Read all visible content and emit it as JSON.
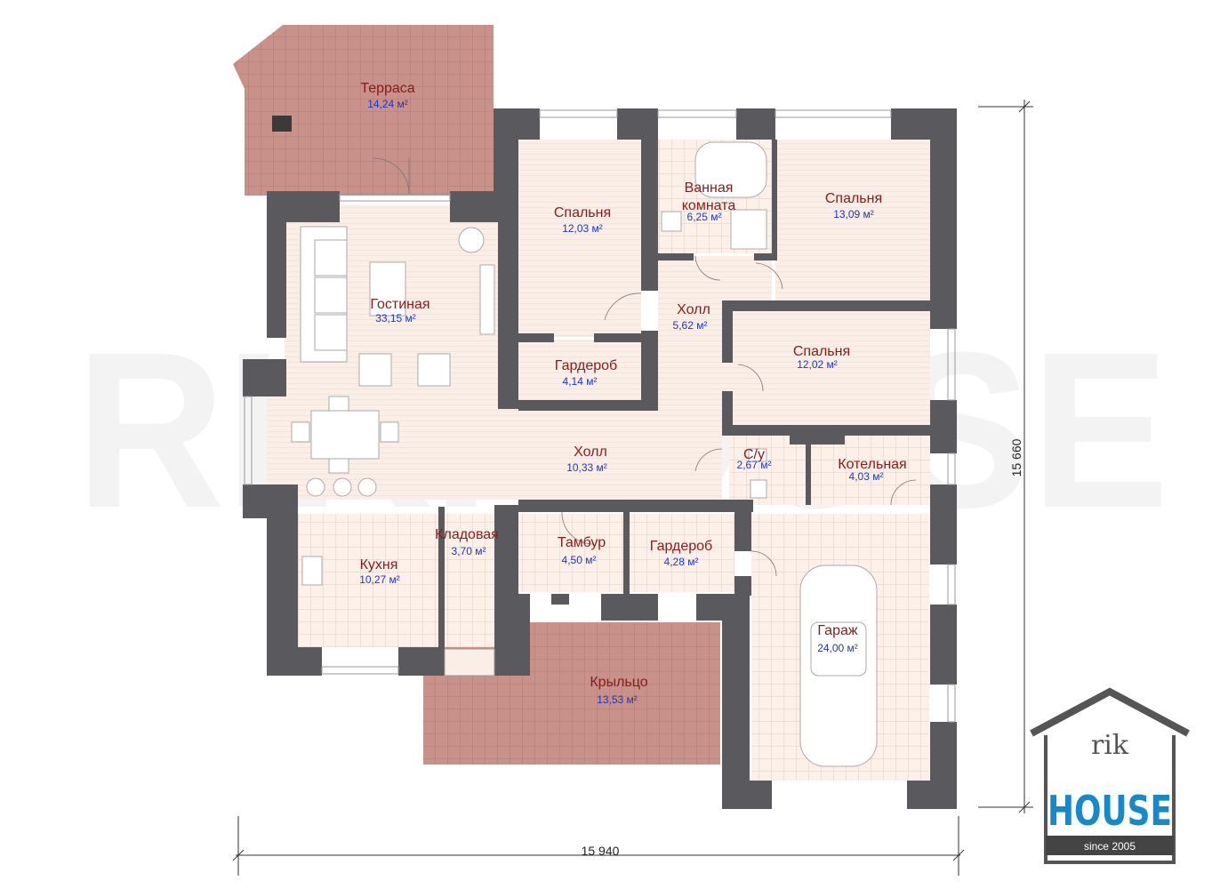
{
  "watermark": "RIKHOUSE",
  "area_unit": "м²",
  "colors": {
    "wall": "#5a5a5e",
    "tile_fill": "#fdf0e8",
    "tile_line": "#f0c8b4",
    "terrace_fill": "#c8928a",
    "terrace_line": "#b07070",
    "floor_fill": "#fbeee6",
    "floor_line": "#efcfc2",
    "room_name": "#8b1a1a",
    "room_area": "#1a35c8",
    "logo_blue": "#1789c9"
  },
  "rooms": [
    {
      "id": "terrace",
      "name": "Терраса",
      "area": "14,24"
    },
    {
      "id": "bedroom-1",
      "name": "Спальня",
      "area": "12,03"
    },
    {
      "id": "bathroom",
      "name": "Ванная\nкомната",
      "name_line1": "Ванная",
      "name_line2": "комната",
      "area": "6,25"
    },
    {
      "id": "bedroom-2",
      "name": "Спальня",
      "area": "13,09"
    },
    {
      "id": "living-room",
      "name": "Гостиная",
      "area": "33,15"
    },
    {
      "id": "hall-1",
      "name": "Холл",
      "area": "5,62"
    },
    {
      "id": "bedroom-3",
      "name": "Спальня",
      "area": "12,02"
    },
    {
      "id": "wardrobe-1",
      "name": "Гардероб",
      "area": "4,14"
    },
    {
      "id": "hall-2",
      "name": "Холл",
      "area": "10,33"
    },
    {
      "id": "wc",
      "name": "С/у",
      "area": "2,67"
    },
    {
      "id": "boiler-room",
      "name": "Котельная",
      "area": "4,03"
    },
    {
      "id": "pantry",
      "name": "Кладовая",
      "area": "3,70"
    },
    {
      "id": "vestibule",
      "name": "Тамбур",
      "area": "4,50"
    },
    {
      "id": "wardrobe-2",
      "name": "Гардероб",
      "area": "4,28"
    },
    {
      "id": "kitchen",
      "name": "Кухня",
      "area": "10,27"
    },
    {
      "id": "garage",
      "name": "Гараж",
      "area": "24,00"
    },
    {
      "id": "porch",
      "name": "Крыльцо",
      "area": "13,53"
    }
  ],
  "dimensions": {
    "width": "15 940",
    "height": "15 660"
  },
  "logo": {
    "top": "rik",
    "main": "HOUSE",
    "since": "since 2005"
  }
}
